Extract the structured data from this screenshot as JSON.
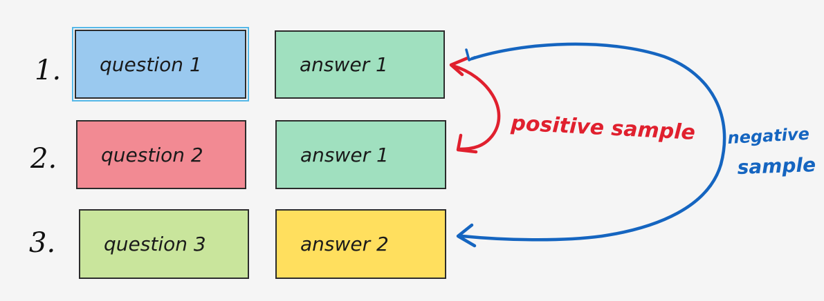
{
  "rows": [
    {
      "number": "1.",
      "question": {
        "label": "question 1",
        "color": "#9ac9ef"
      },
      "answer": {
        "label": "answer 1",
        "color": "#a0e0bf"
      }
    },
    {
      "number": "2.",
      "question": {
        "label": "question 2",
        "color": "#f28a93"
      },
      "answer": {
        "label": "answer 1",
        "color": "#a0e0bf"
      }
    },
    {
      "number": "3.",
      "question": {
        "label": "question 3",
        "color": "#c9e59c"
      },
      "answer": {
        "label": "answer 2",
        "color": "#ffdf5e"
      }
    }
  ],
  "arrows": {
    "positive": {
      "label": "positive sample",
      "color": "#e0202e"
    },
    "negative": {
      "label_line1": "negative",
      "label_line2": "sample",
      "color": "#1565c0"
    }
  },
  "selection_color": "#55b8e8"
}
